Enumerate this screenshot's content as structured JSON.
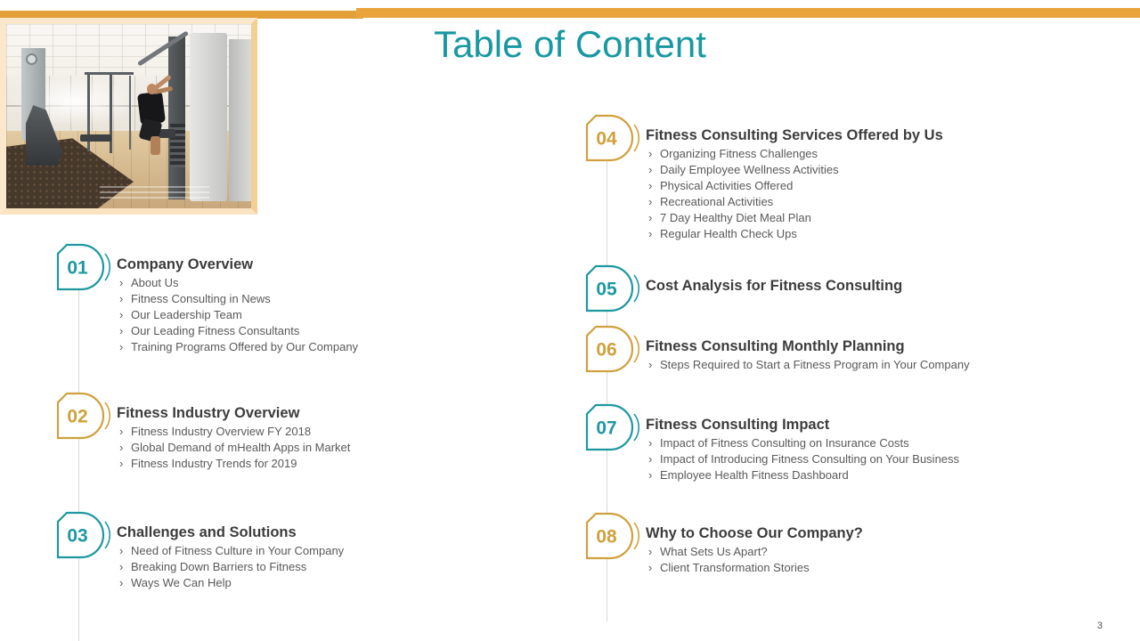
{
  "page": {
    "title": "Table of Content",
    "page_number": "3"
  },
  "ui": {
    "bullet": "›"
  },
  "colors": {
    "teal": "#1D98A0",
    "gold": "#CFA13D",
    "bar_orange": "#E8A43C",
    "frame_cream": "#FBE8CC",
    "title_teal": "#1898A2",
    "heading_gray": "#3C3C3C",
    "body_gray": "#595959",
    "line_gray": "#D8D8D8"
  },
  "photo": {
    "description": "Man exercising on a weight machine in a bright gym with fitness equipment"
  },
  "sections": [
    {
      "number": "01",
      "color": "teal",
      "title": "Company Overview",
      "items": [
        "About Us",
        "Fitness Consulting in News",
        "Our Leadership Team",
        "Our Leading Fitness Consultants",
        "Training Programs Offered by Our Company"
      ]
    },
    {
      "number": "02",
      "color": "gold",
      "title": "Fitness Industry Overview",
      "items": [
        "Fitness Industry Overview FY 2018",
        "Global Demand of mHealth Apps in Market",
        "Fitness Industry Trends for 2019"
      ]
    },
    {
      "number": "03",
      "color": "teal",
      "title": "Challenges and Solutions",
      "items": [
        "Need of Fitness Culture in Your Company",
        "Breaking Down Barriers to Fitness",
        "Ways We Can Help"
      ]
    },
    {
      "number": "04",
      "color": "gold",
      "title": "Fitness Consulting Services Offered by Us",
      "items": [
        "Organizing Fitness Challenges",
        "Daily Employee Wellness Activities",
        "Physical Activities Offered",
        "Recreational Activities",
        "7 Day Healthy Diet Meal Plan",
        "Regular Health Check Ups"
      ]
    },
    {
      "number": "05",
      "color": "teal",
      "title": "Cost Analysis for Fitness Consulting",
      "items": []
    },
    {
      "number": "06",
      "color": "gold",
      "title": "Fitness Consulting Monthly Planning",
      "items": [
        "Steps Required to Start a Fitness Program in Your Company"
      ]
    },
    {
      "number": "07",
      "color": "teal",
      "title": "Fitness Consulting Impact",
      "items": [
        "Impact of Fitness Consulting on Insurance Costs",
        "Impact of Introducing Fitness Consulting on Your Business",
        "Employee Health Fitness Dashboard"
      ]
    },
    {
      "number": "08",
      "color": "gold",
      "title": "Why to Choose Our Company?",
      "items": [
        "What Sets Us Apart?",
        "Client Transformation Stories"
      ]
    }
  ]
}
